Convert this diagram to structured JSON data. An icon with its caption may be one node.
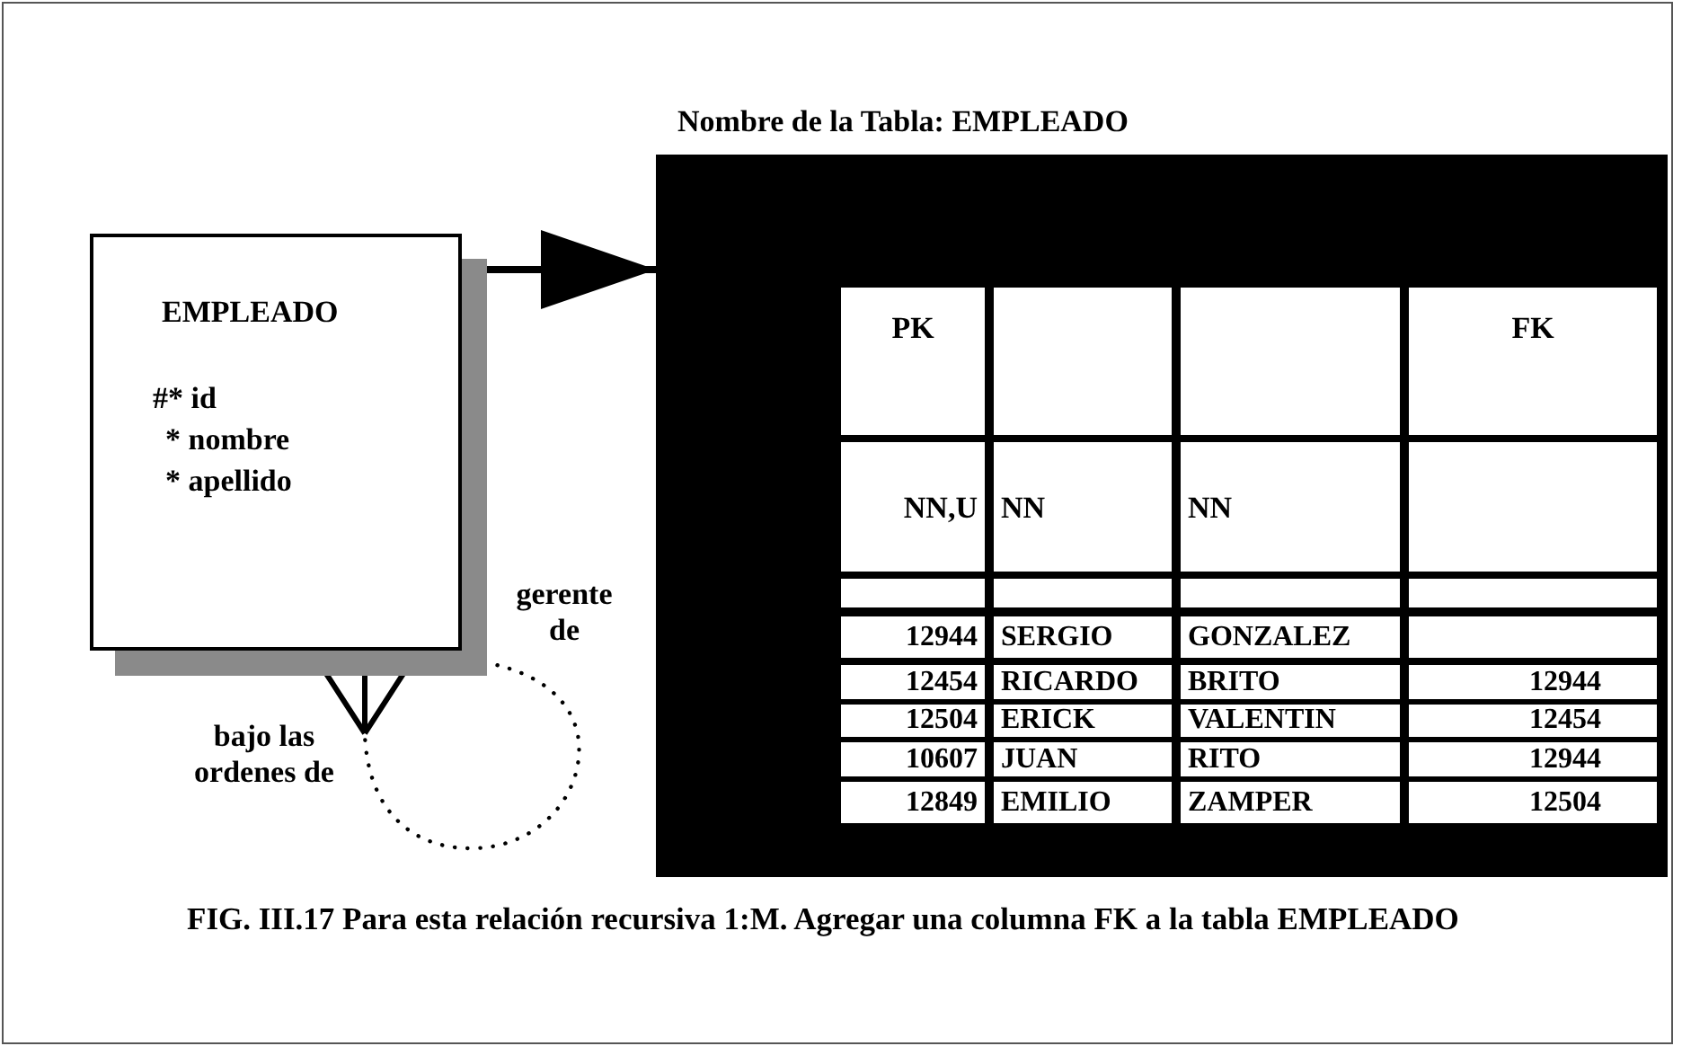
{
  "diagram": {
    "caption": "FIG. III.17 Para esta relación recursiva 1:M. Agregar una columna FK a la tabla EMPLEADO",
    "nodes": [
      {
        "text": [
          "EMPLEADO",
          "#* id",
          "* nombre",
          "* apellido"
        ]
      },
      {
        "text": [
          "Nombre de la Tabla: EMPLEADO"
        ]
      }
    ],
    "edges": [
      {
        "from": 0,
        "to": 1,
        "arrow": "to",
        "style": "thick"
      },
      {
        "from": 0,
        "to": 0,
        "arrow": "other",
        "style": "dashed"
      }
    ],
    "labels": [
      "gerente de",
      "bajo las ordenes de",
      "PK",
      "FK",
      "NN,U",
      "NN",
      "NN",
      "12944",
      "SERGIO",
      "GONZALEZ",
      "12454",
      "RICARDO",
      "BRITO",
      "12944",
      "12504",
      "ERICK",
      "VALENTIN",
      "12454",
      "10607",
      "JUAN",
      "RITO",
      "12944",
      "12849",
      "EMILIO",
      "ZAMPER",
      "12504"
    ]
  }
}
